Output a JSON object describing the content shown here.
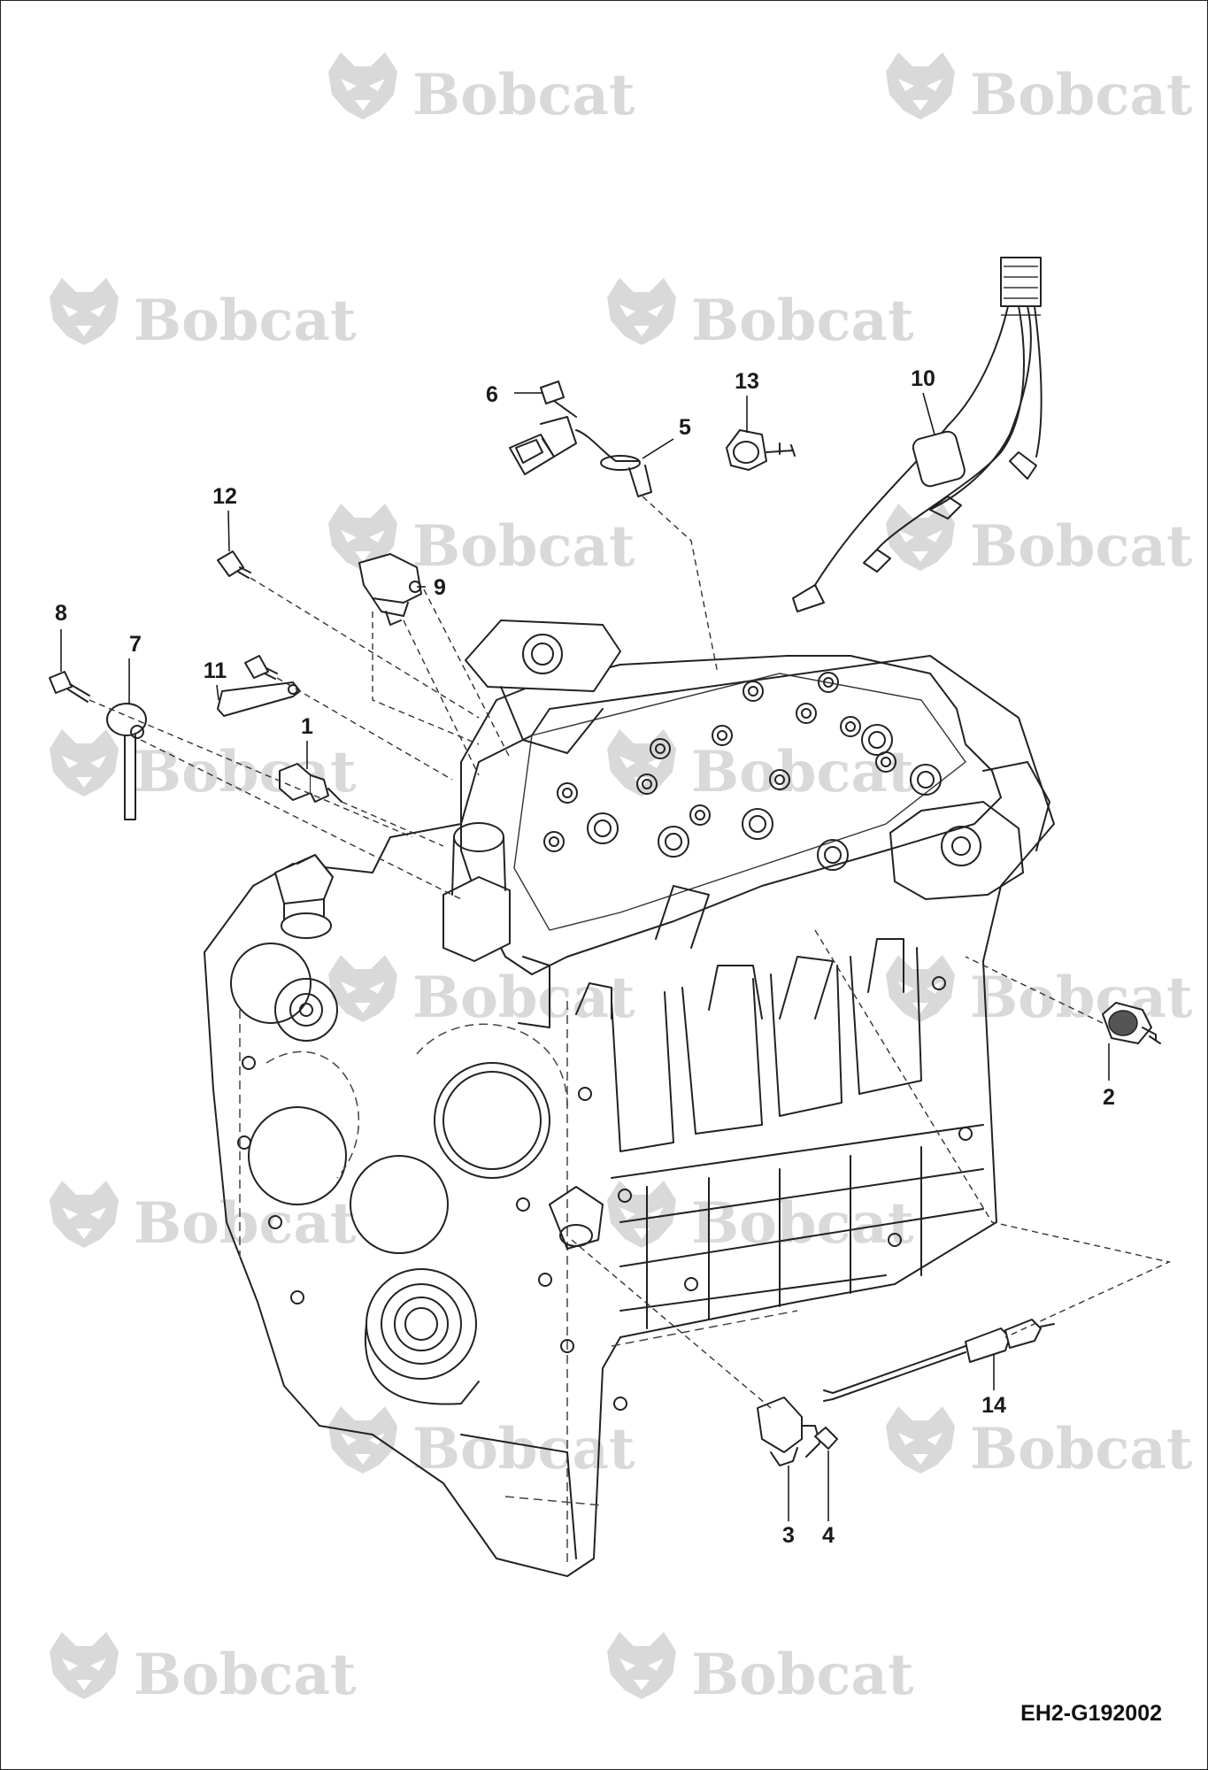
{
  "brand_watermark": {
    "text": "Bobcat",
    "icon": "bobcat-head-logo"
  },
  "reference_code": "EH2-G192002",
  "callouts": {
    "c1": "1",
    "c2": "2",
    "c3": "3",
    "c4": "4",
    "c5": "5",
    "c6": "6",
    "c7": "7",
    "c8": "8",
    "c9": "9",
    "c10": "10",
    "c11": "11",
    "c12": "12",
    "c13": "13",
    "c14": "14"
  }
}
